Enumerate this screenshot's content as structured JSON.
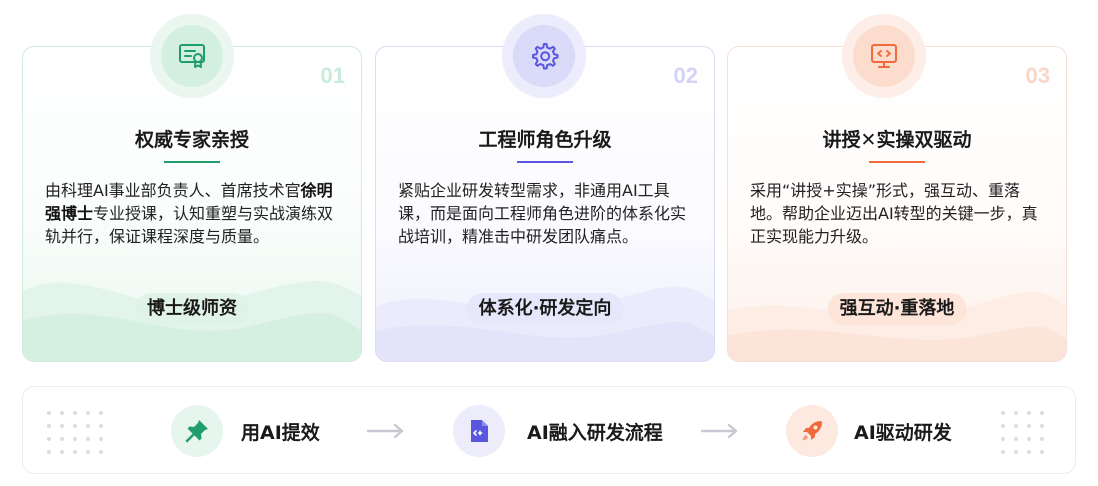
{
  "cards": [
    {
      "number": "01",
      "title": "权威专家亲授",
      "desc_before": "由科理AI事业部负责人、首席技术官",
      "desc_bold": "徐明强博士",
      "desc_after": "专业授课，认知重塑与实战演练双轨并行，保证课程深度与质量。",
      "tag": "博士级师资",
      "icon": "certificate-icon"
    },
    {
      "number": "02",
      "title": "工程师角色升级",
      "desc": "紧贴企业研发转型需求，非通用AI工具课，而是面向工程师角色进阶的体系化实战培训，精准击中研发团队痛点。",
      "tag": "体系化·研发定向",
      "icon": "gear-icon"
    },
    {
      "number": "03",
      "title": "讲授✕实操双驱动",
      "desc": "采用“讲授+实操”形式，强互动、重落地。帮助企业迈出AI转型的关键一步，真正实现能力升级。",
      "tag": "强互动·重落地",
      "icon": "monitor-code-icon"
    }
  ],
  "steps": [
    {
      "label": "用AI提效",
      "icon": "pin-icon"
    },
    {
      "label": "AI融入研发流程",
      "icon": "document-ai-icon"
    },
    {
      "label": "AI驱动研发",
      "icon": "rocket-icon"
    }
  ],
  "colors": {
    "green": "#1f9d6a",
    "purple": "#5a56e0",
    "orange": "#ef6a3c"
  }
}
